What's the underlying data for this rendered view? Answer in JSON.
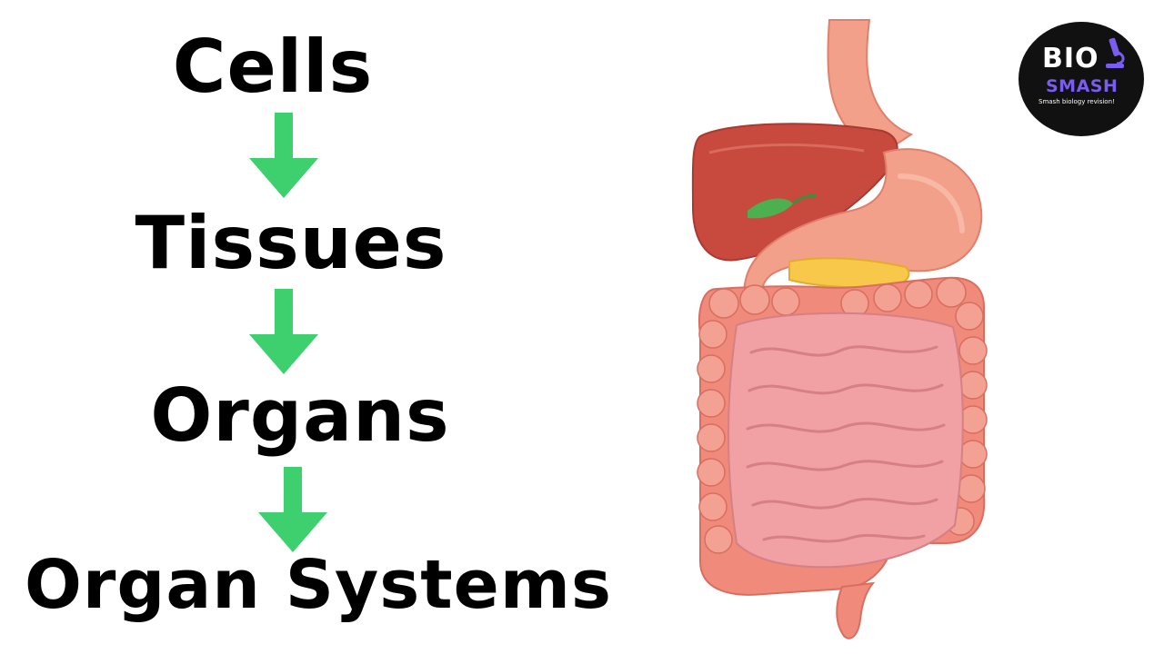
{
  "hierarchy": {
    "levels": [
      "Cells",
      "Tissues",
      "Organs",
      "Organ Systems"
    ],
    "arrow_color": "#3ecf6e"
  },
  "logo": {
    "line1": "BIO",
    "line2": "SMASH",
    "tagline": "Smash biology revision!",
    "accent_color": "#7a5cf0"
  },
  "illustration": {
    "subject": "digestive-system",
    "colors": {
      "liver": "#c8493e",
      "stomach": "#f2a08a",
      "small_intestine": "#f1a0a4",
      "large_intestine": "#f08a7a",
      "gallbladder": "#4caf50",
      "pancreas": "#f7c84a"
    }
  }
}
